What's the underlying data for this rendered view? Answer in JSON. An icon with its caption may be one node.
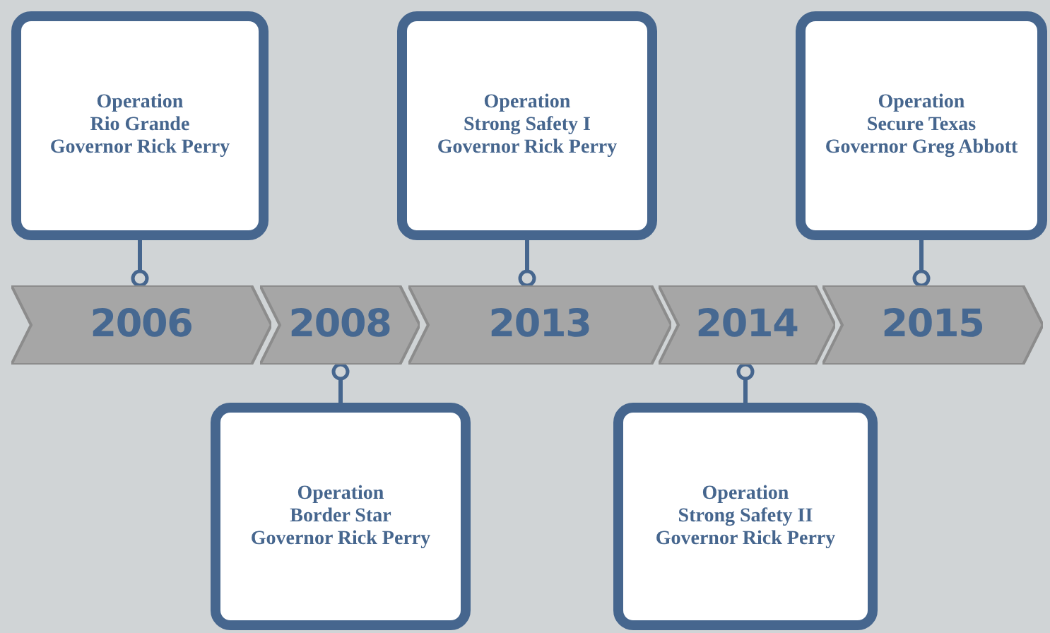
{
  "diagram": {
    "nodes": [
      {
        "text": [
          "2006"
        ]
      },
      {
        "text": [
          "2008"
        ]
      },
      {
        "text": [
          "2013"
        ]
      },
      {
        "text": [
          "2014"
        ]
      },
      {
        "text": [
          "2015"
        ]
      },
      {
        "text": [
          "Operation Rio Grande",
          "Governor Rick Perry"
        ]
      },
      {
        "text": [
          "Operation Border Star",
          "Governor Rick Perry"
        ]
      },
      {
        "text": [
          "Operation Strong Safety I",
          "Governor Rick Perry"
        ]
      },
      {
        "text": [
          "Operation Strong Safety II",
          "Governor Rick Perry"
        ]
      },
      {
        "text": [
          "Operation Secure Texas",
          "Governor Greg Abbott"
        ]
      }
    ],
    "edges": [
      {
        "from": 5,
        "to": 0,
        "arrow": "other"
      },
      {
        "from": 6,
        "to": 1,
        "arrow": "other"
      },
      {
        "from": 7,
        "to": 2,
        "arrow": "other"
      },
      {
        "from": 8,
        "to": 3,
        "arrow": "other"
      },
      {
        "from": 9,
        "to": 4,
        "arrow": "other"
      }
    ]
  }
}
